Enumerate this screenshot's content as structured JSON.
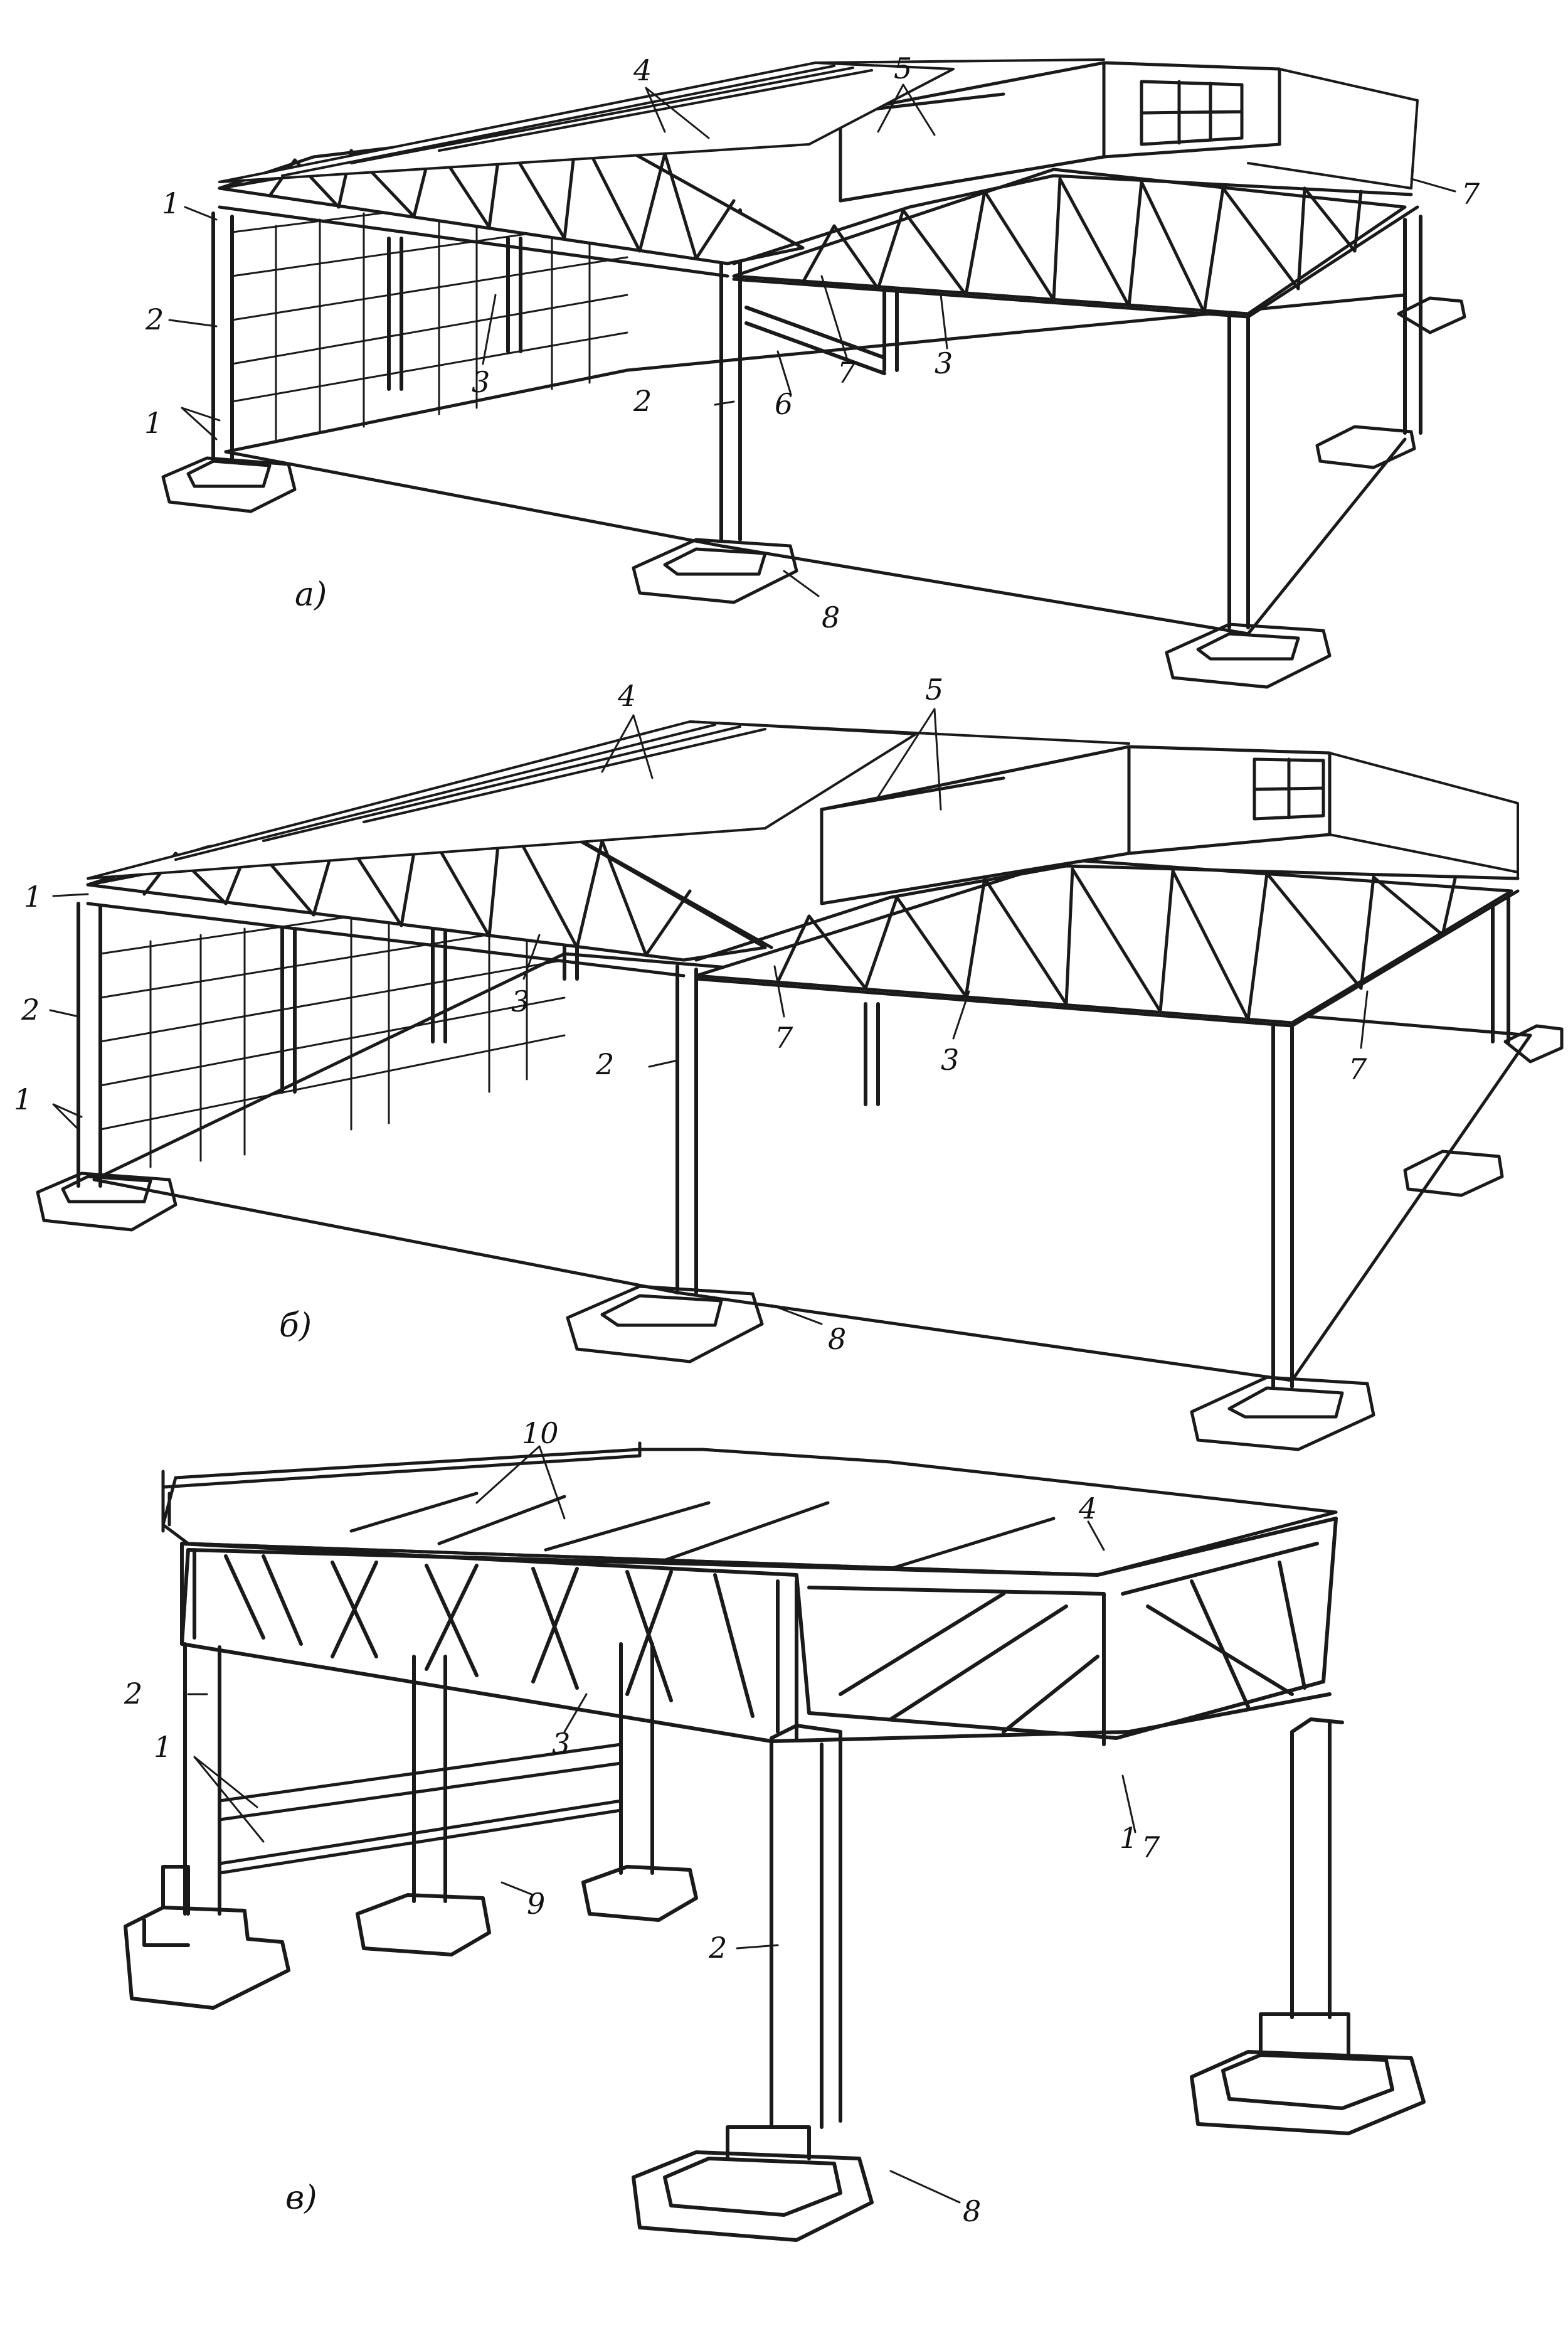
{
  "colors": {
    "ink": "#1a1a1a",
    "paper": "#ffffff"
  },
  "panels": [
    {
      "id": "a",
      "caption": "а)",
      "labels": [
        "1",
        "1",
        "2",
        "2",
        "3",
        "3",
        "4",
        "5",
        "6",
        "7",
        "7",
        "8"
      ]
    },
    {
      "id": "b",
      "caption": "б)",
      "labels": [
        "1",
        "1",
        "2",
        "2",
        "3",
        "3",
        "4",
        "5",
        "7",
        "7",
        "8"
      ]
    },
    {
      "id": "c",
      "caption": "в)",
      "labels": [
        "1",
        "1",
        "2",
        "2",
        "3",
        "4",
        "7",
        "8",
        "9",
        "10"
      ]
    }
  ]
}
